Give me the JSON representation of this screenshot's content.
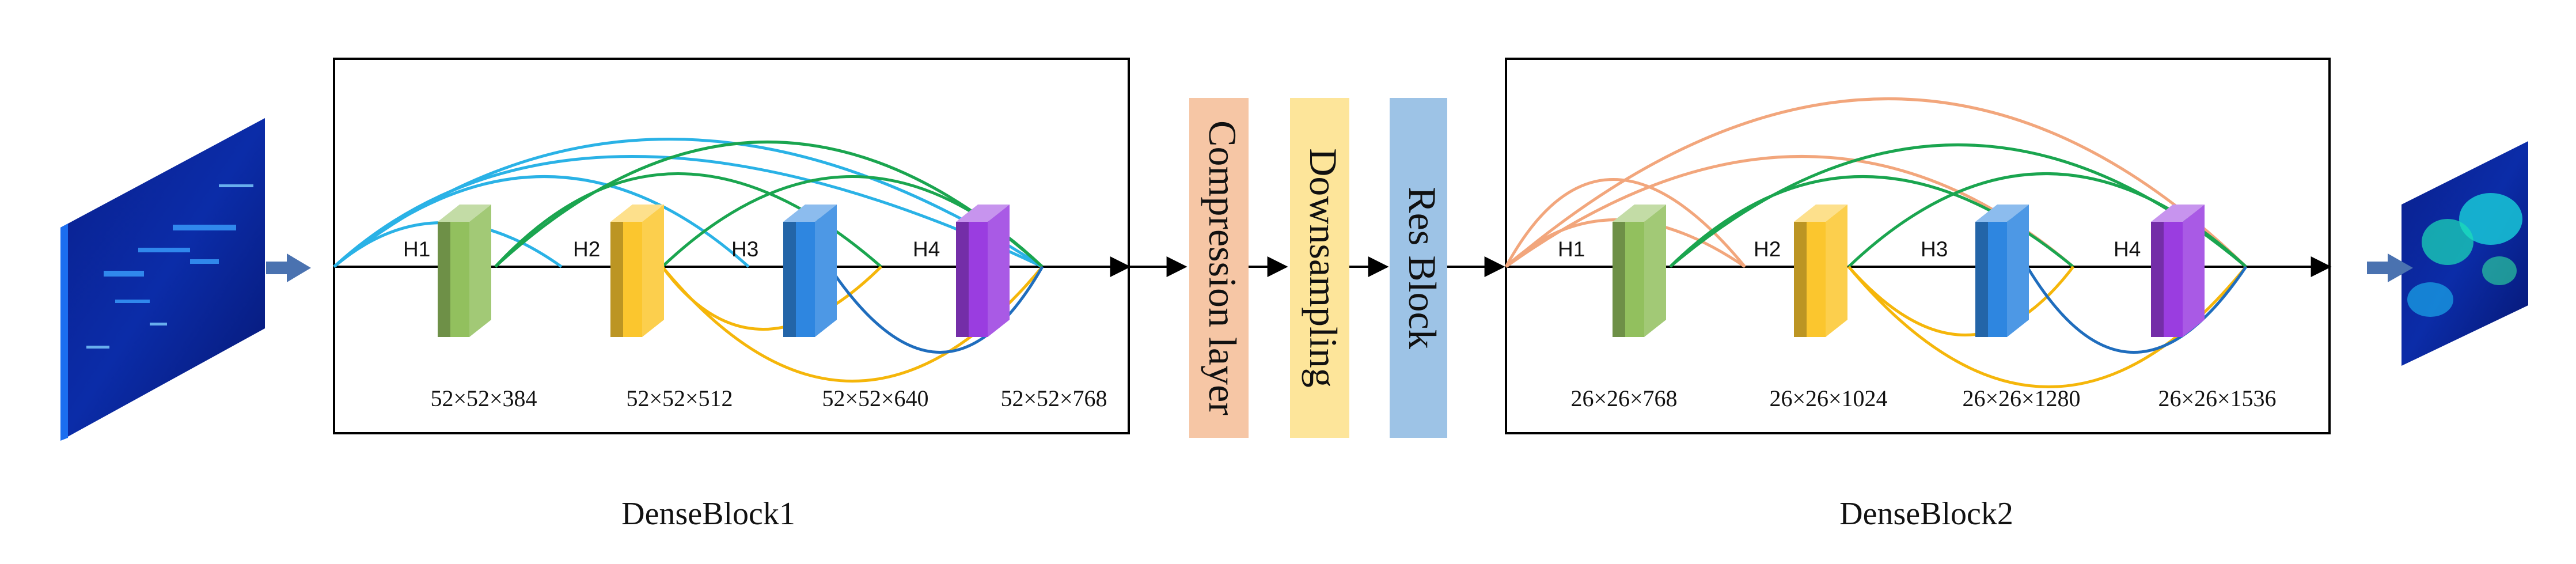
{
  "blocks": [
    {
      "caption": "DenseBlock1",
      "layers": [
        {
          "label": "H1",
          "dim": "52×52×384",
          "color": "green"
        },
        {
          "label": "H2",
          "dim": "52×52×512",
          "color": "yellow"
        },
        {
          "label": "H3",
          "dim": "52×52×640",
          "color": "blue"
        },
        {
          "label": "H4",
          "dim": "52×52×768",
          "color": "purple"
        }
      ]
    },
    {
      "caption": "DenseBlock2",
      "layers": [
        {
          "label": "H1",
          "dim": "26×26×768",
          "color": "green"
        },
        {
          "label": "H2",
          "dim": "26×26×1024",
          "color": "yellow"
        },
        {
          "label": "H3",
          "dim": "26×26×1280",
          "color": "blue"
        },
        {
          "label": "H4",
          "dim": "26×26×1536",
          "color": "purple"
        }
      ]
    }
  ],
  "transition": [
    {
      "label": "Compression layer",
      "color": "#f6c6a5"
    },
    {
      "label": "Downsampling",
      "color": "#fde59a"
    },
    {
      "label": "Res Block",
      "color": "#9dc3e6"
    }
  ],
  "colors": {
    "green": "#92c05e",
    "yellow": "#fbc62e",
    "blue": "#2e86e0",
    "purple": "#9a3de0",
    "skip_cyan": "#2ab2e6",
    "skip_green": "#1aa54f",
    "skip_orange": "#f2a67c",
    "skip_yellow": "#f5b60a",
    "skip_blue": "#1f6dbd",
    "arrow": "#4a72b0"
  }
}
